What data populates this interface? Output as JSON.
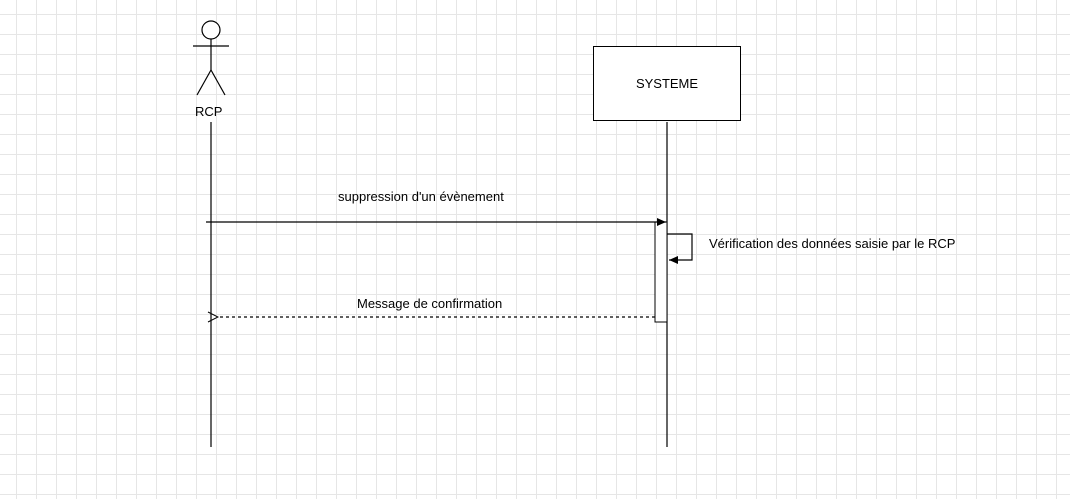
{
  "diagram": {
    "type": "sequence",
    "actor": {
      "label": "RCP",
      "icon": "stick-figure-icon"
    },
    "participant": {
      "label": "SYSTEME"
    },
    "messages": [
      {
        "label": "suppression d'un évènement",
        "from": "RCP",
        "to": "SYSTEME",
        "style": "solid"
      },
      {
        "label": "Vérification des données saisie par le RCP",
        "from": "SYSTEME",
        "to": "SYSTEME",
        "style": "self"
      },
      {
        "label": "Message de confirmation",
        "from": "SYSTEME",
        "to": "RCP",
        "style": "dashed"
      }
    ]
  }
}
